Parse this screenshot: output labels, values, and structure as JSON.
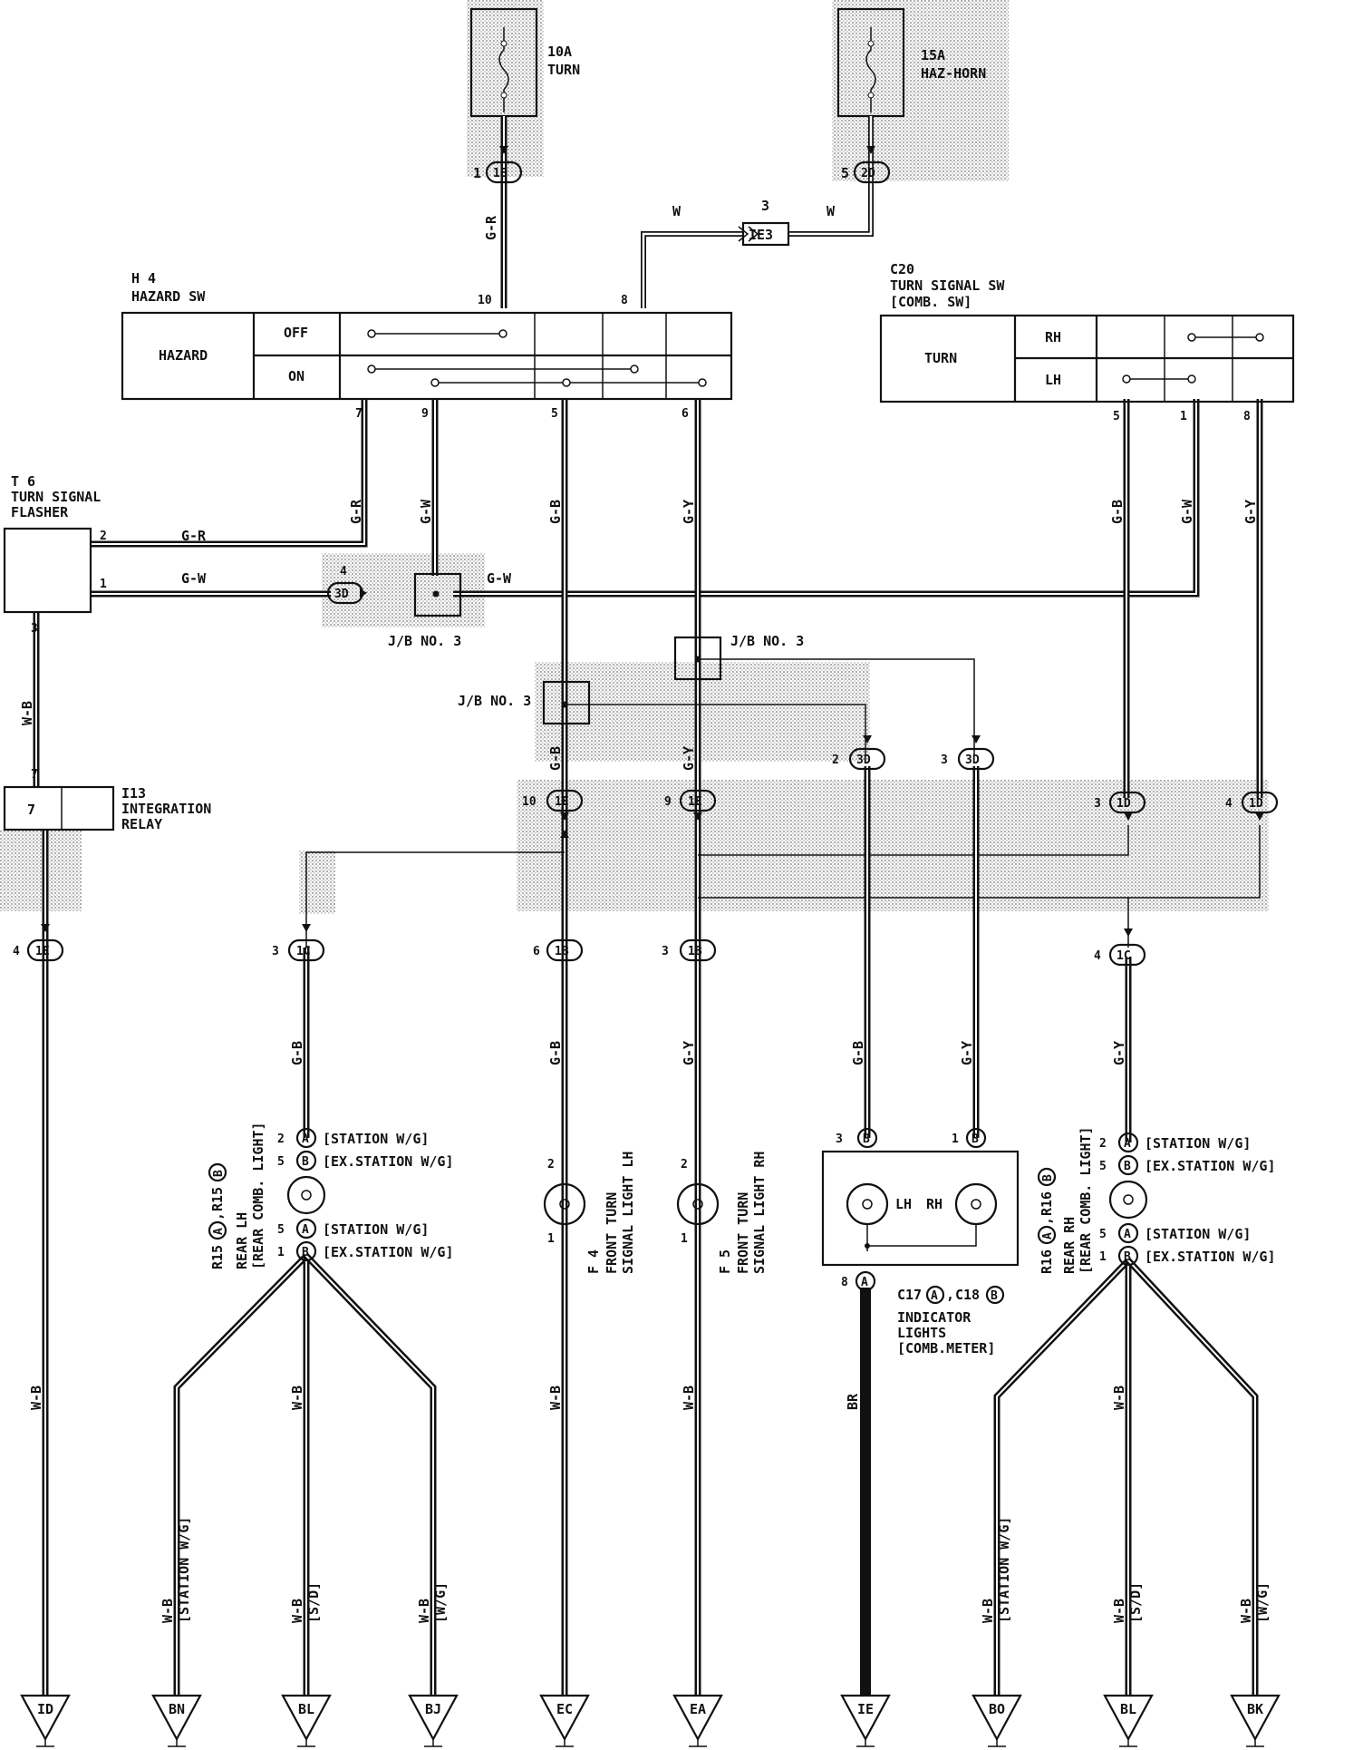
{
  "fuses": [
    {
      "amp": "10A",
      "name": "TURN",
      "pin": "1",
      "conn": "1E"
    },
    {
      "amp": "15A",
      "name": "HAZ-HORN",
      "pin": "5",
      "conn": "2D"
    }
  ],
  "ie3": {
    "pin": "3",
    "label": "IE3"
  },
  "hazard_sw": {
    "id": "H 4",
    "name": "HAZARD SW",
    "title": "HAZARD",
    "off": "OFF",
    "on": "ON",
    "pins_top": [
      "10",
      "8"
    ],
    "pins_bottom": [
      "7",
      "9",
      "5",
      "6"
    ]
  },
  "turn_sw": {
    "id": "C20",
    "name": "TURN SIGNAL SW",
    "sub": "[COMB. SW]",
    "title": "TURN",
    "rh": "RH",
    "lh": "LH",
    "pins": [
      "5",
      "1",
      "8"
    ]
  },
  "flasher": {
    "id": "T 6",
    "name1": "TURN SIGNAL",
    "name2": "FLASHER",
    "pins": [
      "2",
      "1",
      "3"
    ]
  },
  "relay": {
    "id": "I13",
    "name1": "INTEGRATION",
    "name2": "RELAY",
    "pin": "7",
    "inner": "7"
  },
  "jb": {
    "label": "J/B NO. 3",
    "conn_3d": "3D",
    "pin_4": "4"
  },
  "wire_colors": {
    "gr": "G-R",
    "gw": "G-W",
    "gb": "G-B",
    "gy": "G-Y",
    "wb": "W-B",
    "w": "W",
    "br": "BR"
  },
  "connectors": {
    "c1e_a": {
      "pin": "10",
      "label": "1E"
    },
    "c1e_b": {
      "pin": "9",
      "label": "1E"
    },
    "c3d_a": {
      "pin": "2",
      "label": "3D"
    },
    "c3d_b": {
      "pin": "3",
      "label": "3D"
    },
    "c1d_a": {
      "pin": "3",
      "label": "1D"
    },
    "c1d_b": {
      "pin": "4",
      "label": "1D"
    },
    "c1e_c": {
      "pin": "4",
      "label": "1E"
    },
    "c1c_a": {
      "pin": "3",
      "label": "1C"
    },
    "c1b_a": {
      "pin": "6",
      "label": "1B"
    },
    "c1b_b": {
      "pin": "3",
      "label": "1B"
    },
    "c1c_b": {
      "pin": "4",
      "label": "1C"
    }
  },
  "rear_lh": {
    "code": "R15",
    "a": "A",
    "b": "B",
    "sep": ",",
    "name1": "REAR LH",
    "name2": "[REAR COMB. LIGHT]",
    "rows": [
      {
        "pin": "2",
        "conn": "A",
        "text": "[STATION W/G]"
      },
      {
        "pin": "5",
        "conn": "B",
        "text": "[EX.STATION W/G]"
      },
      {
        "pin": "5",
        "conn": "A",
        "text": "[STATION W/G]"
      },
      {
        "pin": "1",
        "conn": "B",
        "text": "[EX.STATION W/G]"
      }
    ]
  },
  "rear_rh": {
    "code": "R16",
    "a": "A",
    "b": "B",
    "sep": ",",
    "name1": "REAR RH",
    "name2": "[REAR COMB. LIGHT]",
    "rows": [
      {
        "pin": "2",
        "conn": "A",
        "text": "[STATION W/G]"
      },
      {
        "pin": "5",
        "conn": "B",
        "text": "[EX.STATION W/G]"
      },
      {
        "pin": "5",
        "conn": "A",
        "text": "[STATION W/G]"
      },
      {
        "pin": "1",
        "conn": "B",
        "text": "[EX.STATION W/G]"
      }
    ]
  },
  "front_lh": {
    "id": "F 4",
    "name1": "FRONT TURN",
    "name2": "SIGNAL LIGHT LH",
    "pin_top": "2",
    "pin_bot": "1"
  },
  "front_rh": {
    "id": "F 5",
    "name1": "FRONT TURN",
    "name2": "SIGNAL LIGHT RH",
    "pin_top": "2",
    "pin_bot": "1"
  },
  "indicator": {
    "code1": "C17",
    "code2": "C18",
    "a": "A",
    "b": "B",
    "sep": ",",
    "name1": "INDICATOR",
    "name2": "LIGHTS",
    "name3": "[COMB.METER]",
    "lh": "LH",
    "rh": "RH",
    "pin_lh": "3",
    "pin_rh": "1",
    "pin_bot": "8",
    "conn_lh": "B",
    "conn_rh": "B",
    "conn_bot": "A"
  },
  "ground_notes": {
    "station": "[STATION W/G]",
    "sd": "[S/D]",
    "wg": "[W/G]"
  },
  "grounds": [
    "ID",
    "BN",
    "BL",
    "BJ",
    "EC",
    "EA",
    "IE",
    "BO",
    "BL",
    "BK"
  ]
}
